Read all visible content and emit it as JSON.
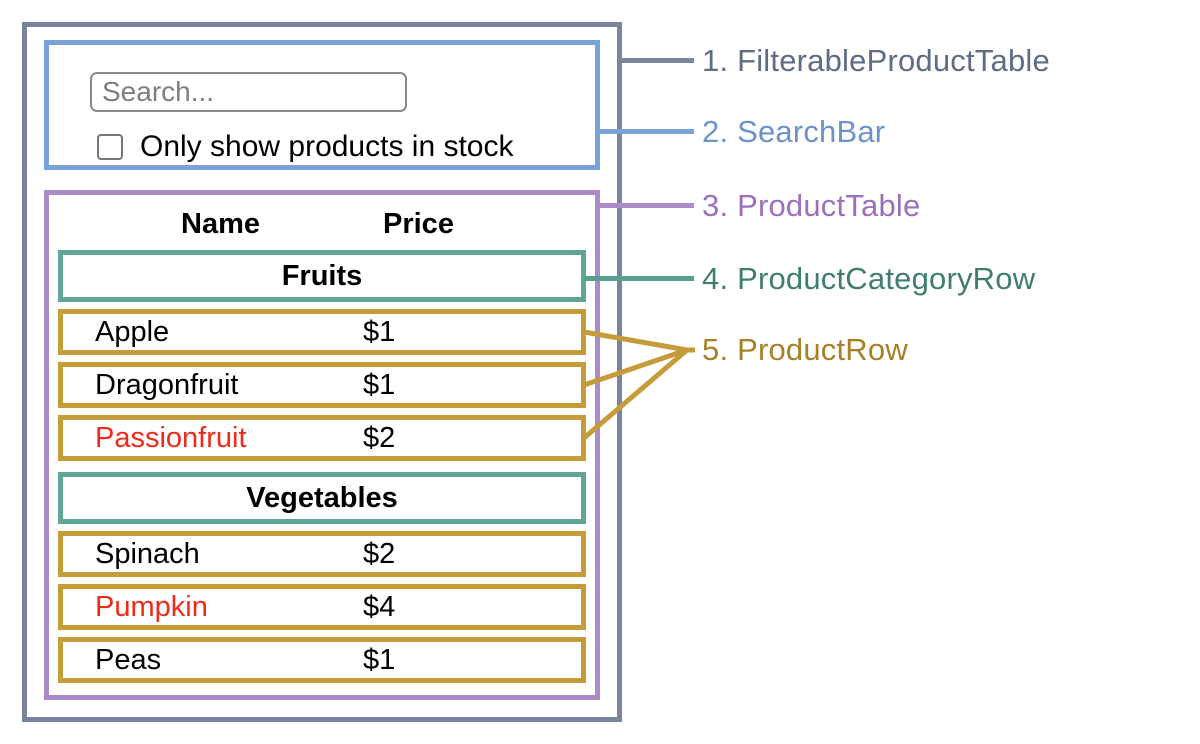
{
  "diagram": {
    "search_bar": {
      "input_placeholder": "Search...",
      "input_value": "",
      "checkbox_checked": false,
      "checkbox_label": "Only show products in stock"
    },
    "product_table": {
      "headers": {
        "name": "Name",
        "price": "Price"
      },
      "sections": [
        {
          "category": "Fruits",
          "rows": [
            {
              "name": "Apple",
              "price": "$1",
              "out_of_stock": false
            },
            {
              "name": "Dragonfruit",
              "price": "$1",
              "out_of_stock": false
            },
            {
              "name": "Passionfruit",
              "price": "$2",
              "out_of_stock": true
            }
          ]
        },
        {
          "category": "Vegetables",
          "rows": [
            {
              "name": "Spinach",
              "price": "$2",
              "out_of_stock": false
            },
            {
              "name": "Pumpkin",
              "price": "$4",
              "out_of_stock": true
            },
            {
              "name": "Peas",
              "price": "$1",
              "out_of_stock": false
            }
          ]
        }
      ]
    }
  },
  "annotations": [
    {
      "label": "1. FilterableProductTable",
      "text_color": "#5e6c86",
      "line_color": "#79849e"
    },
    {
      "label": "2. SearchBar",
      "text_color": "#6b93ca",
      "line_color": "#78a2d8"
    },
    {
      "label": "3. ProductTable",
      "text_color": "#9b70bd",
      "line_color": "#ab8cc8"
    },
    {
      "label": "4. ProductCategoryRow",
      "text_color": "#3f7d6e",
      "line_color": "#56a08d"
    },
    {
      "label": "5. ProductRow",
      "text_color": "#a6812a",
      "line_color": "#c69b3a"
    }
  ],
  "colors": {
    "outer_border": "#79849e",
    "search_bar_border": "#78a2d8",
    "product_table_border": "#ab8cc8",
    "category_row_border": "#60a695",
    "product_row_border": "#c69b3a",
    "out_of_stock_text": "#ee2b1a",
    "background": "#ffffff"
  }
}
